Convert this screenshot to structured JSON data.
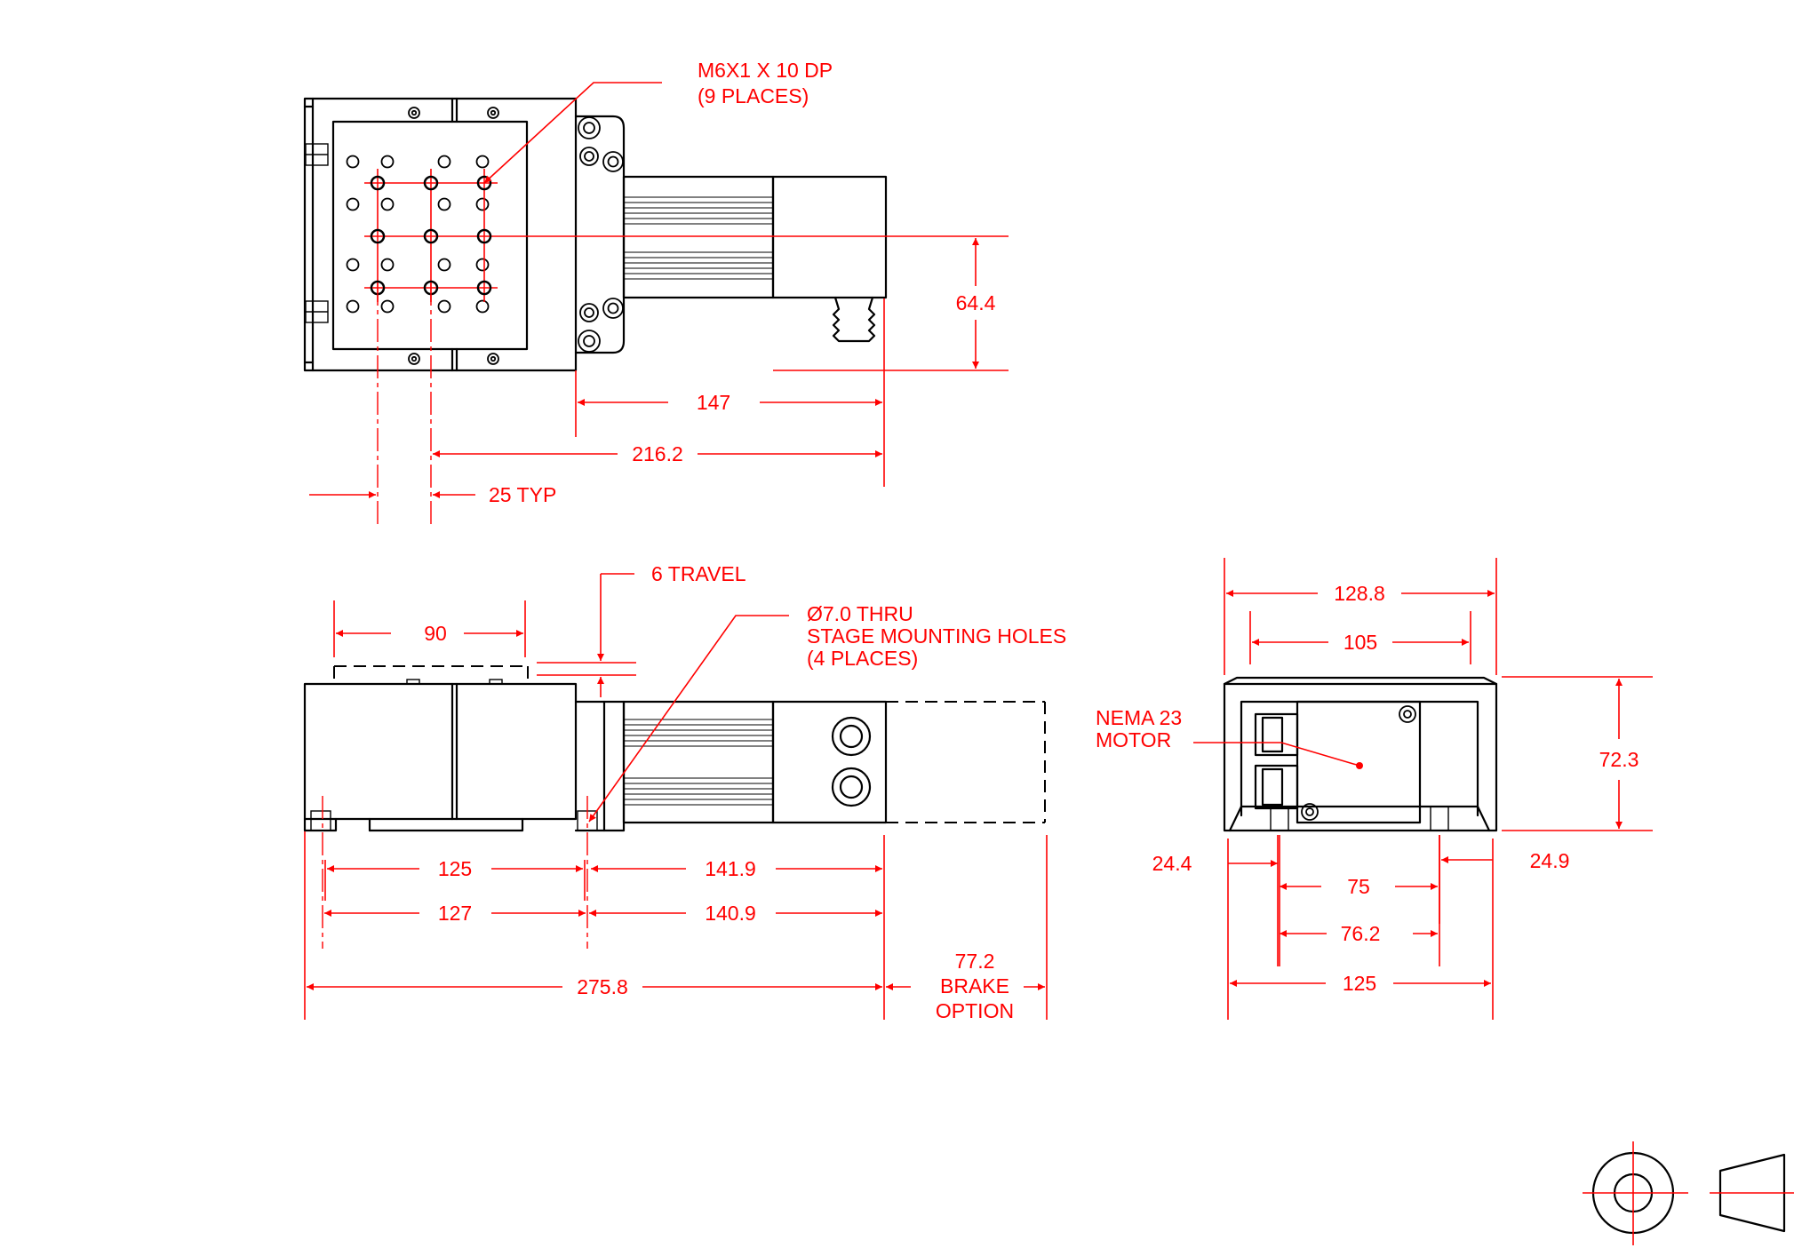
{
  "callouts": {
    "tapped_holes_line1": "M6X1  X 10 DP",
    "tapped_holes_line2": "(9 PLACES)",
    "travel": "6 TRAVEL",
    "thru_line1": "Ø7.0 THRU",
    "thru_line2": "STAGE MOUNTING HOLES",
    "thru_line3": "(4 PLACES)",
    "motor_line1": "NEMA 23",
    "motor_line2": "MOTOR",
    "brake_line2": "BRAKE",
    "brake_line3": "OPTION"
  },
  "dimensions": {
    "top_height": "64.4",
    "top_motor_length": "147",
    "top_overall": "216.2",
    "top_pitch": "25 TYP",
    "side_width_90": "90",
    "side_125": "125",
    "side_127": "127",
    "side_141_9": "141.9",
    "side_140_9": "140.9",
    "side_overall": "275.8",
    "side_brake": "77.2",
    "end_128_8": "128.8",
    "end_105": "105",
    "end_height": "72.3",
    "end_24_4": "24.4",
    "end_24_9": "24.9",
    "end_75": "75",
    "end_76_2": "76.2",
    "end_125": "125"
  },
  "colors": {
    "dimension": "#ff0000",
    "object_line": "#000000",
    "background": "#ffffff"
  },
  "symbols": {
    "projection": "third-angle-projection-icon"
  }
}
